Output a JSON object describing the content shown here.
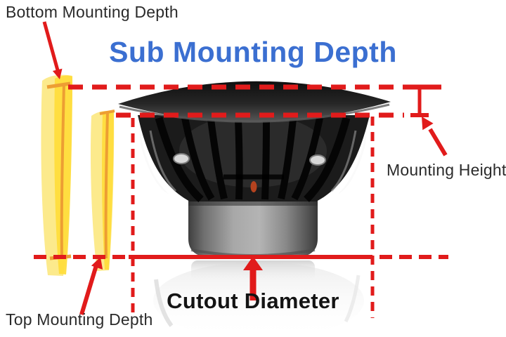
{
  "title": "Sub Mounting Depth",
  "annotations": {
    "bottom_mounting_depth": {
      "label": "Bottom Mounting Depth"
    },
    "top_mounting_depth": {
      "label": "Top Mounting Depth"
    },
    "mounting_height": {
      "label": "Mounting Height"
    },
    "cutout_diameter": {
      "label": "Cutout Diameter"
    }
  },
  "colors": {
    "title_blue": "#3b6fd1",
    "annotation_red": "#e11b1b",
    "highlight_yellow": "#ffdd3c",
    "highlight_pale_yellow": "#fcea8c",
    "highlight_orange": "#ed9e33",
    "label_text": "#2b2b2b",
    "cutout_text": "#141414"
  }
}
